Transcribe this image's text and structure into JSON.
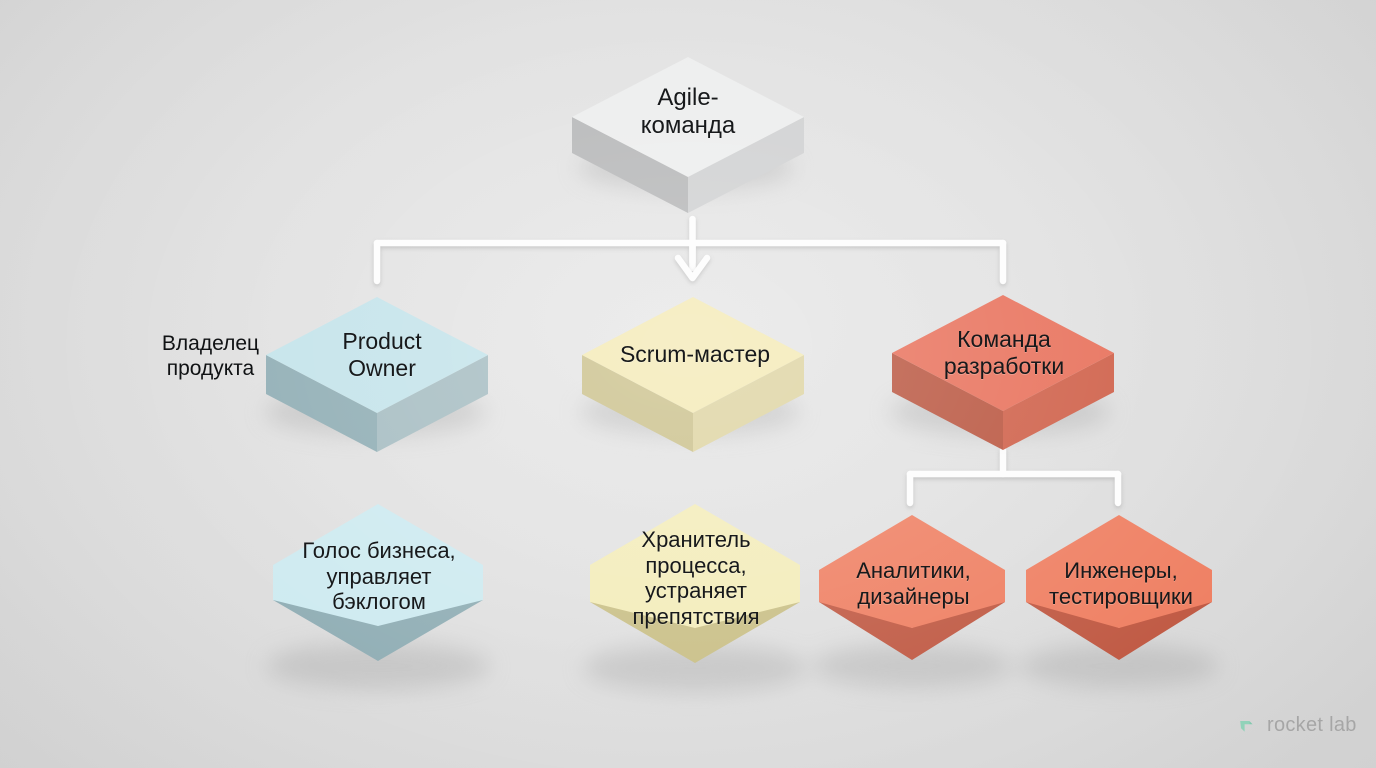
{
  "diagram": {
    "title_node": {
      "label": "Agile-\nкоманда"
    },
    "background_color": "#dedede",
    "side_labels": [
      {
        "id": "product-owner-ru",
        "label": "Владелец\nпродукта"
      }
    ],
    "nodes": [
      {
        "id": "agile-team",
        "label": "Agile-\nкоманда",
        "shape": "box",
        "top_color": "#eceded",
        "side_color": "#b9babb",
        "font_size": 24,
        "row": 1
      },
      {
        "id": "product-owner",
        "label": "Product\nOwner",
        "shape": "box",
        "top_color": "#c3e3ea",
        "side_color": "#8fadb4",
        "font_size": 23,
        "row": 2
      },
      {
        "id": "scrum-master",
        "label": "Scrum-мастер",
        "shape": "box",
        "top_color": "#f3e9b4",
        "side_color": "#cac08a",
        "font_size": 23,
        "row": 2
      },
      {
        "id": "dev-team",
        "label": "Команда\nразработки",
        "shape": "box",
        "top_color": "#e8705a",
        "side_color": "#b9553f",
        "font_size": 23,
        "row": 2
      },
      {
        "id": "po-detail",
        "label": "Голос бизнеса,\nуправляет\nбэклогом",
        "shape": "hexagon",
        "top_color": "#cdeaf0",
        "side_color": "#8fadb4",
        "font_size": 22,
        "row": 3
      },
      {
        "id": "sm-detail",
        "label": "Хранитель\nпроцесса,\nустраняет\nпрепятствия",
        "shape": "hexagon",
        "top_color": "#f3ecb9",
        "side_color": "#c9bf86",
        "font_size": 22,
        "row": 3
      },
      {
        "id": "analysts-detail",
        "label": "Аналитики,\nдизайнеры",
        "shape": "hexagon",
        "top_color": "#ef8063",
        "side_color": "#c05a44",
        "font_size": 22,
        "row": 3
      },
      {
        "id": "engineers-detail",
        "label": "Инженеры,\nтестировщики",
        "shape": "hexagon",
        "top_color": "#ef8063",
        "side_color": "#c05a44",
        "font_size": 22,
        "row": 3
      }
    ],
    "connectors": [
      {
        "id": "agile-to-row2",
        "from": "agile-team",
        "to": [
          "product-owner",
          "scrum-master",
          "dev-team"
        ],
        "style": "white-line",
        "arrow": true
      },
      {
        "id": "po-to-detail",
        "from": "product-owner",
        "to": [
          "po-detail"
        ],
        "style": "white-line",
        "arrow": false
      },
      {
        "id": "sm-to-detail",
        "from": "scrum-master",
        "to": [
          "sm-detail"
        ],
        "style": "white-line",
        "arrow": false
      },
      {
        "id": "dev-to-details",
        "from": "dev-team",
        "to": [
          "analysts-detail",
          "engineers-detail"
        ],
        "style": "white-line",
        "arrow": false
      }
    ]
  },
  "watermark": {
    "text": "rocket lab",
    "logo_icon": "rocket-lab-mark",
    "logo_color": "#7fd2b2",
    "text_color": "#9a9a9a"
  }
}
